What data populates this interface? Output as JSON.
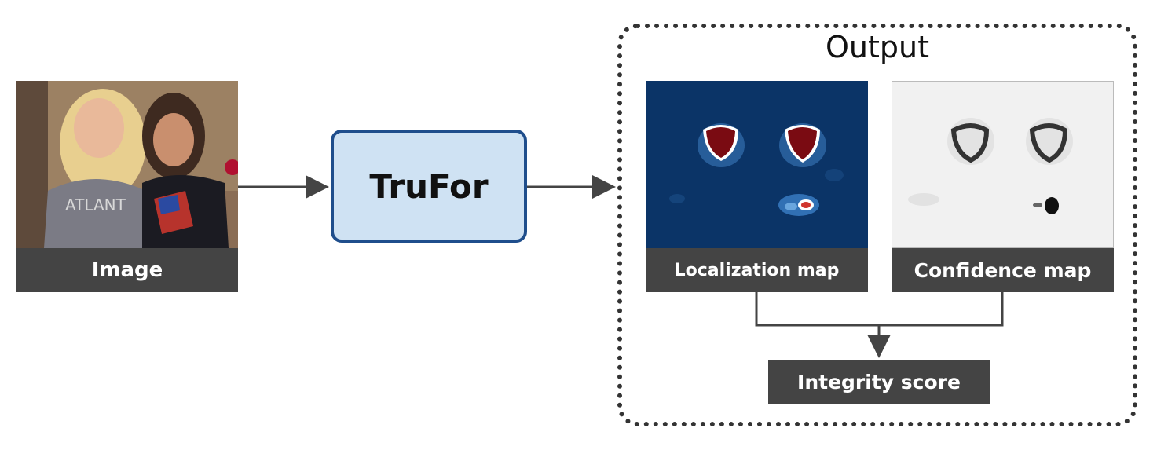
{
  "input": {
    "label": "Image",
    "image_description_icon": "photo-icon"
  },
  "model": {
    "label": "TruFor"
  },
  "output": {
    "title": "Output",
    "localization": {
      "label": "Localization map"
    },
    "confidence": {
      "label": "Confidence map"
    },
    "score": {
      "label": "Integrity score"
    }
  },
  "colors": {
    "label_bar": "#444444",
    "model_fill": "#cfe2f3",
    "model_border": "#1f4e8c",
    "heatmap_bg": "#0b3467",
    "heatmap_hot": "#7a0b12",
    "arrow": "#444444"
  }
}
